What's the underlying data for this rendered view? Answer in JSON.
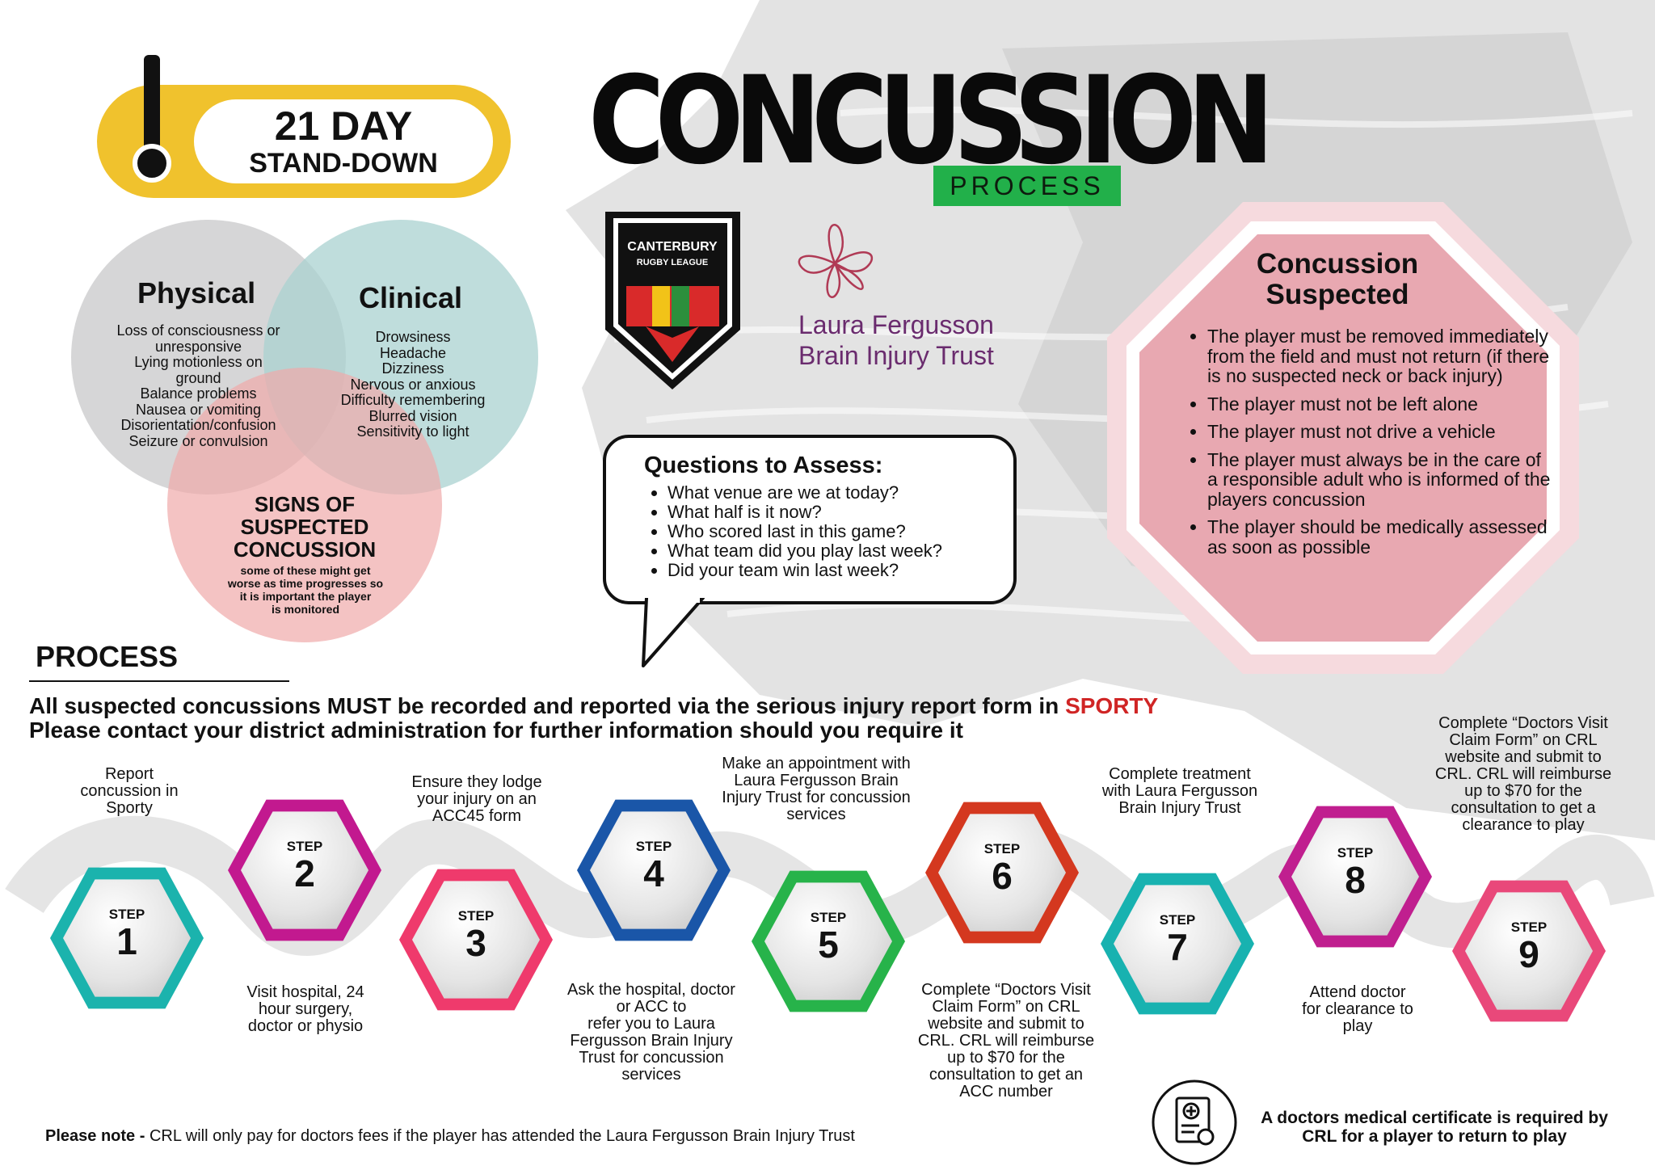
{
  "standdown": {
    "line1": "21 DAY",
    "line2": "STAND-DOWN"
  },
  "title": {
    "main": "CONCUSSION",
    "tag": "PROCESS"
  },
  "logos": {
    "crl_line1": "CANTERBURY",
    "crl_line2": "RUGBY LEAGUE",
    "lfbit_line1": "Laura Fergusson",
    "lfbit_line2": "Brain Injury Trust"
  },
  "venn": {
    "physical": {
      "title": "Physical",
      "items": [
        "Loss of consciousness or",
        "unresponsive",
        "Lying motionless on",
        "ground",
        "Balance problems",
        "Nausea or vomiting",
        "Disorientation/confusion",
        "Seizure or convulsion"
      ]
    },
    "clinical": {
      "title": "Clinical",
      "items": [
        "Drowsiness",
        "Headache",
        "Dizziness",
        "Nervous or anxious",
        "Difficulty remembering",
        "Blurred vision",
        "Sensitivity to light"
      ]
    },
    "signs": {
      "title_lines": [
        "SIGNS OF",
        "SUSPECTED",
        "CONCUSSION"
      ],
      "note_lines": [
        "some of these might get",
        "worse as time progresses so",
        "it is important the player",
        "is monitored"
      ]
    }
  },
  "questions": {
    "title": "Questions to Assess:",
    "items": [
      "What venue are we at today?",
      "What half is it now?",
      "Who scored last in this game?",
      "What team did you play last week?",
      "Did your team win last week?"
    ]
  },
  "suspected": {
    "title_lines": [
      "Concussion",
      "Suspected"
    ],
    "items": [
      "The player must be removed immediately from the field and must not return (if there is no suspected neck or back injury)",
      "The player must not be left alone",
      "The player must not drive a vehicle",
      "The player must always be in the care of a responsible adult who is informed of the players concussion",
      "The player should be medically assessed as soon as possible"
    ]
  },
  "process": {
    "heading": "PROCESS",
    "line1_pre": "All suspected concussions MUST be recorded and reported via the serious injury report form in ",
    "line1_highlight": "SPORTY",
    "line2": "Please contact your district administration for further information should you require it"
  },
  "steps": [
    {
      "label": "STEP",
      "number": "1",
      "text_lines": [
        "Report",
        "concussion in",
        "Sporty"
      ],
      "color": "#1bb3ad"
    },
    {
      "label": "STEP",
      "number": "2",
      "text_lines": [
        "Visit hospital, 24",
        "hour surgery,",
        "doctor or physio"
      ],
      "color": "#c2198f"
    },
    {
      "label": "STEP",
      "number": "3",
      "text_lines": [
        "Ensure they lodge",
        "your injury on an",
        "ACC45 form"
      ],
      "color": "#ef3a6c"
    },
    {
      "label": "STEP",
      "number": "4",
      "text_lines": [
        "Ask the hospital, doctor",
        "or ACC to",
        "refer you to Laura",
        "Fergusson Brain Injury",
        "Trust for concussion",
        "services"
      ],
      "color": "#1a56a8"
    },
    {
      "label": "STEP",
      "number": "5",
      "text_lines": [
        "Make an appointment with",
        "Laura Fergusson Brain",
        "Injury Trust for concussion",
        "services"
      ],
      "color": "#27b34a"
    },
    {
      "label": "STEP",
      "number": "6",
      "text_lines": [
        "Complete “Doctors Visit",
        "Claim Form” on CRL",
        "website and submit to",
        "CRL. CRL will reimburse",
        "up to $70 for the",
        "consultation to get an",
        "ACC number"
      ],
      "color": "#d4381f"
    },
    {
      "label": "STEP",
      "number": "7",
      "text_lines": [
        "Complete treatment",
        "with Laura Fergusson",
        "Brain Injury Trust"
      ],
      "color": "#18b2b0"
    },
    {
      "label": "STEP",
      "number": "8",
      "text_lines": [
        "Attend doctor",
        "for clearance to",
        "play"
      ],
      "color": "#c01f8f"
    },
    {
      "label": "STEP",
      "number": "9",
      "text_lines": [
        "Complete “Doctors Visit",
        "Claim Form” on CRL",
        "website and submit to",
        "CRL. CRL will reimburse",
        "up to $70 for the",
        "consultation to get a",
        "clearance to play"
      ],
      "color": "#e9487a"
    }
  ],
  "footer": {
    "note_bold": "Please note - ",
    "note_text": "CRL will only pay for doctors fees if the player has attended the Laura Fergusson Brain Injury Trust",
    "cert_line1": "A doctors medical certificate is required by",
    "cert_line2": "CRL for a player to return to play",
    "cert_icon": "medical-certificate-icon"
  },
  "colors": {
    "gold": "#f0c22d",
    "green": "#22b04a",
    "red": "#d02525",
    "purple": "#6a2b6e"
  }
}
